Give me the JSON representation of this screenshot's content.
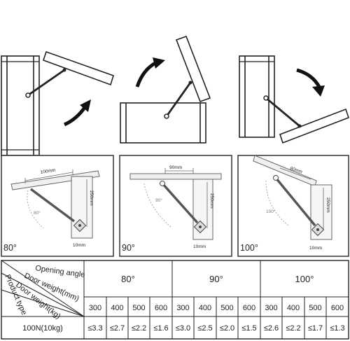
{
  "panels": [
    {
      "angle_label": "80°",
      "arm_label": "100mm",
      "height_label": "250mm",
      "offset_label": "10mm",
      "arc_label": "80°"
    },
    {
      "angle_label": "90°",
      "arm_label": "90mm",
      "height_label": "250mm",
      "offset_label": "10mm",
      "arc_label": "90°"
    },
    {
      "angle_label": "100°",
      "arm_label": "80mm",
      "height_label": "250mm",
      "offset_label": "10mm",
      "arc_label": "100°"
    }
  ],
  "table": {
    "header_opening_angle": "Opening angle",
    "header_door_weight": "Door weight(mm)",
    "header_door_weight_kg": "Door weight(kg)",
    "header_product_type": "Product type",
    "angles": [
      "80°",
      "90°",
      "100°"
    ],
    "weights": [
      "300",
      "400",
      "500",
      "600",
      "300",
      "400",
      "500",
      "600",
      "300",
      "400",
      "500",
      "600"
    ],
    "rows": [
      {
        "product": "100N(10kg)",
        "values": [
          "≤3.3",
          "≤2.7",
          "≤2.2",
          "≤1.6",
          "≤3.0",
          "≤2.5",
          "≤2.0",
          "≤1.5",
          "≤2.6",
          "≤2.2",
          "≤1.7",
          "≤1.3"
        ]
      }
    ]
  },
  "colors": {
    "line": "#222222",
    "door": "#ffffff",
    "arrow": "#111111",
    "panel_border": "#333333"
  }
}
